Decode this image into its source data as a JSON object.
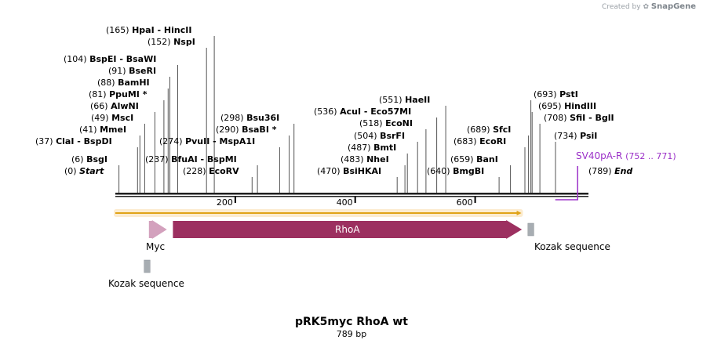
{
  "credit": {
    "prefix": "Created by",
    "brand": "SnapGene"
  },
  "title": "pRK5myc RhoA wt",
  "subtitle": "789 bp",
  "sequence_length": 789,
  "ruler": {
    "ticks": [
      200,
      400,
      600
    ]
  },
  "sites": [
    {
      "pos": 0,
      "label": "(0)",
      "name": "Start",
      "italic": true
    },
    {
      "pos": 6,
      "label": "(6)",
      "name": "BsgI"
    },
    {
      "pos": 37,
      "label": "(37)",
      "name": "ClaI - BspDI"
    },
    {
      "pos": 41,
      "label": "(41)",
      "name": "MmeI"
    },
    {
      "pos": 49,
      "label": "(49)",
      "name": "MscI"
    },
    {
      "pos": 66,
      "label": "(66)",
      "name": "AlwNI"
    },
    {
      "pos": 81,
      "label": "(81)",
      "name": "PpuMI *"
    },
    {
      "pos": 88,
      "label": "(88)",
      "name": "BamHI"
    },
    {
      "pos": 91,
      "label": "(91)",
      "name": "BseRI"
    },
    {
      "pos": 104,
      "label": "(104)",
      "name": "BspEI - BsaWI"
    },
    {
      "pos": 152,
      "label": "(152)",
      "name": "NspI"
    },
    {
      "pos": 165,
      "label": "(165)",
      "name": "HpaI - HincII"
    },
    {
      "pos": 228,
      "label": "(228)",
      "name": "EcoRV"
    },
    {
      "pos": 237,
      "label": "(237)",
      "name": "BfuAI - BspMI"
    },
    {
      "pos": 274,
      "label": "(274)",
      "name": "PvuII - MspA1I"
    },
    {
      "pos": 290,
      "label": "(290)",
      "name": "BsaBI *"
    },
    {
      "pos": 298,
      "label": "(298)",
      "name": "Bsu36I"
    },
    {
      "pos": 470,
      "label": "(470)",
      "name": "BsiHKAI"
    },
    {
      "pos": 483,
      "label": "(483)",
      "name": "NheI"
    },
    {
      "pos": 487,
      "label": "(487)",
      "name": "BmtI"
    },
    {
      "pos": 504,
      "label": "(504)",
      "name": "BsrFI"
    },
    {
      "pos": 518,
      "label": "(518)",
      "name": "EcoNI"
    },
    {
      "pos": 536,
      "label": "(536)",
      "name": "AcuI - Eco57MI"
    },
    {
      "pos": 551,
      "label": "(551)",
      "name": "HaeII"
    },
    {
      "pos": 640,
      "label": "(640)",
      "name": "BmgBI"
    },
    {
      "pos": 659,
      "label": "(659)",
      "name": "BanI"
    },
    {
      "pos": 683,
      "label": "(683)",
      "name": "EcoRI"
    },
    {
      "pos": 689,
      "label": "(689)",
      "name": "SfcI"
    },
    {
      "pos": 693,
      "label": "(693)",
      "name": "PstI"
    },
    {
      "pos": 695,
      "label": "(695)",
      "name": "HindIII"
    },
    {
      "pos": 708,
      "label": "(708)",
      "name": "SfiI - BglI"
    },
    {
      "pos": 734,
      "label": "(734)",
      "name": "PsiI"
    },
    {
      "pos": 789,
      "label": "(789)",
      "name": "End",
      "italic": true
    }
  ],
  "primer": {
    "name": "SV40pA-R",
    "range": "(752 .. 771)",
    "start": 752,
    "end": 771,
    "color": "#9b30c8"
  },
  "features": [
    {
      "name": "Myc",
      "start": 56,
      "end": 86,
      "color": "#d3a1bd",
      "kind": "arrow",
      "label_below": true
    },
    {
      "name": "RhoA",
      "start": 96,
      "end": 678,
      "color": "#9c3060",
      "kind": "arrow",
      "label_inside": true
    },
    {
      "name": "Kozak sequence",
      "start": 48,
      "end": 58,
      "color": "#a7adb2",
      "kind": "box",
      "row": 2
    },
    {
      "name": "Kozak sequence",
      "start": 688,
      "end": 698,
      "color": "#a7adb2",
      "kind": "box",
      "row": 1
    }
  ],
  "orf": {
    "start": 0,
    "end": 672,
    "color": "#e0a317"
  },
  "colors": {
    "backbone": "#1f1f1f",
    "site_line": "#555555"
  }
}
